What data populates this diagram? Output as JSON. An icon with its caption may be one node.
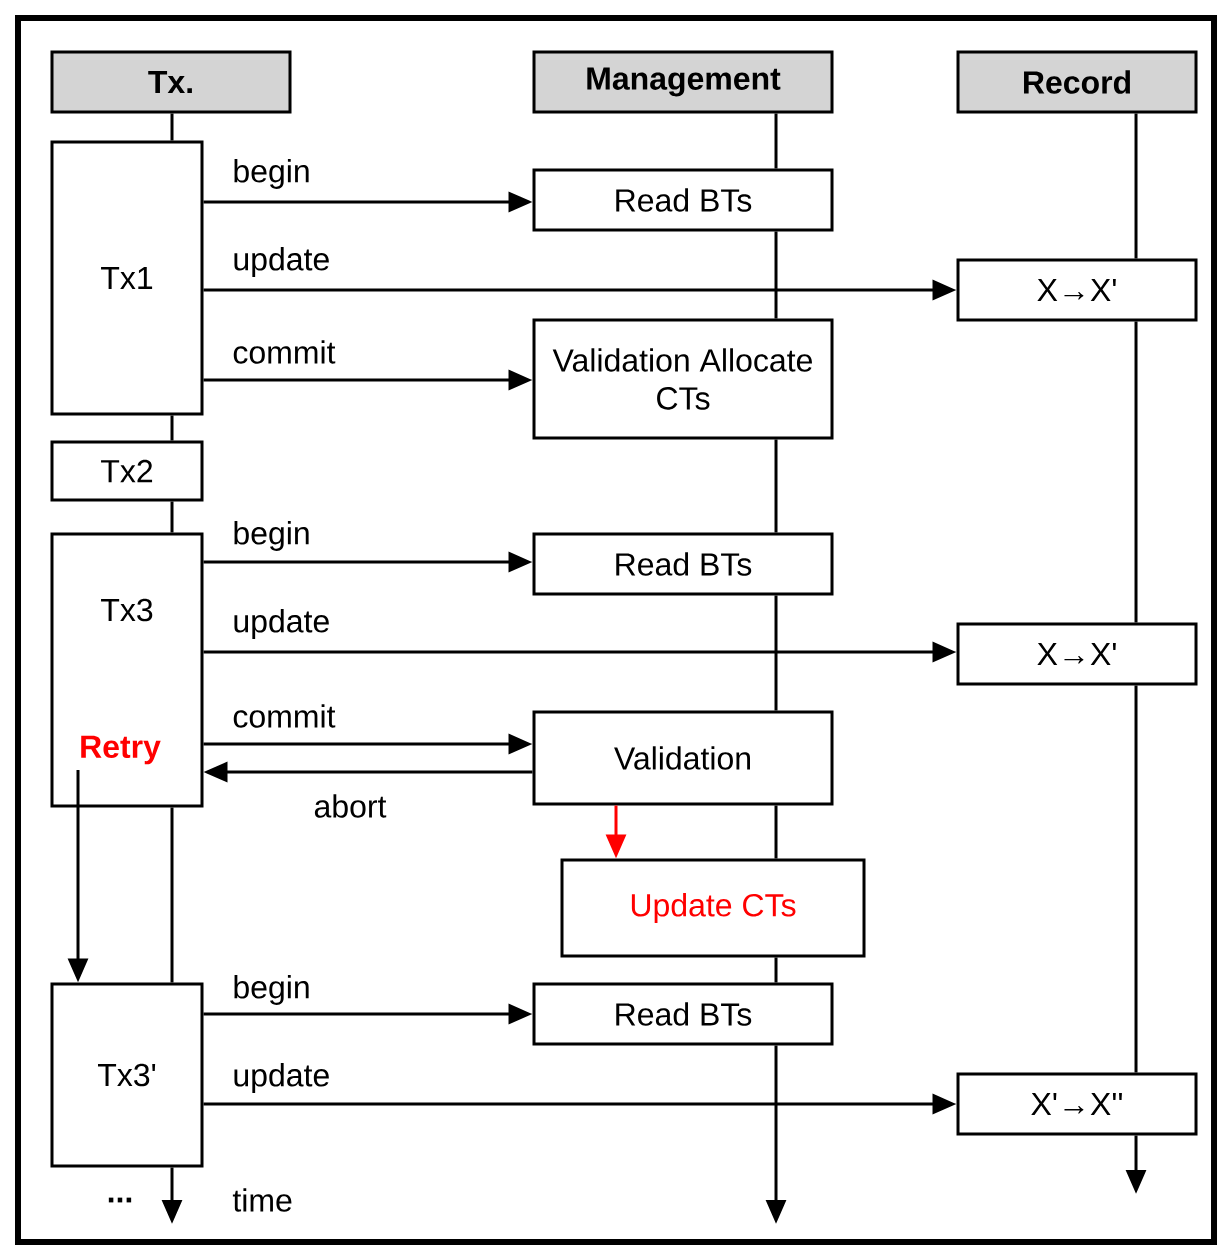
{
  "diagram": {
    "nodes": [
      {
        "text": [
          "Tx."
        ]
      },
      {
        "text": [
          "Management"
        ]
      },
      {
        "text": [
          "Record"
        ]
      },
      {
        "text": [
          "Tx1"
        ]
      },
      {
        "text": [
          "Read BTs"
        ]
      },
      {
        "text": [
          "X→X'"
        ]
      },
      {
        "text": [
          "Validation Allocate CTs"
        ]
      },
      {
        "text": [
          "Tx2"
        ]
      },
      {
        "text": [
          "Tx3",
          "Retry"
        ]
      },
      {
        "text": [
          "Read BTs"
        ]
      },
      {
        "text": [
          "X→X'"
        ]
      },
      {
        "text": [
          "Validation"
        ]
      },
      {
        "text": [
          "Update CTs"
        ]
      },
      {
        "text": [
          "Tx3'"
        ]
      },
      {
        "text": [
          "Read BTs"
        ]
      },
      {
        "text": [
          "X'→X''"
        ]
      }
    ],
    "edges": [
      {
        "from": 3,
        "to": 4,
        "arrow": "to",
        "label": "begin"
      },
      {
        "from": 3,
        "to": 5,
        "arrow": "to",
        "label": "update"
      },
      {
        "from": 3,
        "to": 6,
        "arrow": "to",
        "label": "commit"
      },
      {
        "from": 8,
        "to": 9,
        "arrow": "to",
        "label": "begin"
      },
      {
        "from": 8,
        "to": 10,
        "arrow": "to",
        "label": "update"
      },
      {
        "from": 8,
        "to": 11,
        "arrow": "to",
        "label": "commit"
      },
      {
        "from": 11,
        "to": 8,
        "arrow": "to",
        "label": "abort"
      },
      {
        "from": 11,
        "to": 12,
        "arrow": "to",
        "color": "#ff0000"
      },
      {
        "from": 8,
        "to": 13,
        "arrow": "to"
      },
      {
        "from": 13,
        "to": 14,
        "arrow": "to",
        "label": "begin"
      },
      {
        "from": 13,
        "to": 15,
        "arrow": "to",
        "label": "update"
      },
      {
        "from": 0,
        "to": 3,
        "arrow": "none"
      },
      {
        "from": 3,
        "to": 7,
        "arrow": "none"
      },
      {
        "from": 7,
        "to": 8,
        "arrow": "none"
      },
      {
        "from": 8,
        "to": 13,
        "arrow": "none"
      },
      {
        "from": 13,
        "to": null,
        "arrow": "to"
      },
      {
        "from": 1,
        "to": 4,
        "arrow": "none"
      },
      {
        "from": 4,
        "to": 6,
        "arrow": "none"
      },
      {
        "from": 6,
        "to": 9,
        "arrow": "none"
      },
      {
        "from": 9,
        "to": 11,
        "arrow": "none"
      },
      {
        "from": 11,
        "to": 12,
        "arrow": "none"
      },
      {
        "from": 12,
        "to": 14,
        "arrow": "none"
      },
      {
        "from": 14,
        "to": null,
        "arrow": "to"
      },
      {
        "from": 2,
        "to": 5,
        "arrow": "none"
      },
      {
        "from": 5,
        "to": 10,
        "arrow": "none"
      },
      {
        "from": 10,
        "to": 15,
        "arrow": "none"
      },
      {
        "from": 15,
        "to": null,
        "arrow": "to"
      }
    ],
    "labels": [
      "...",
      "time"
    ]
  }
}
